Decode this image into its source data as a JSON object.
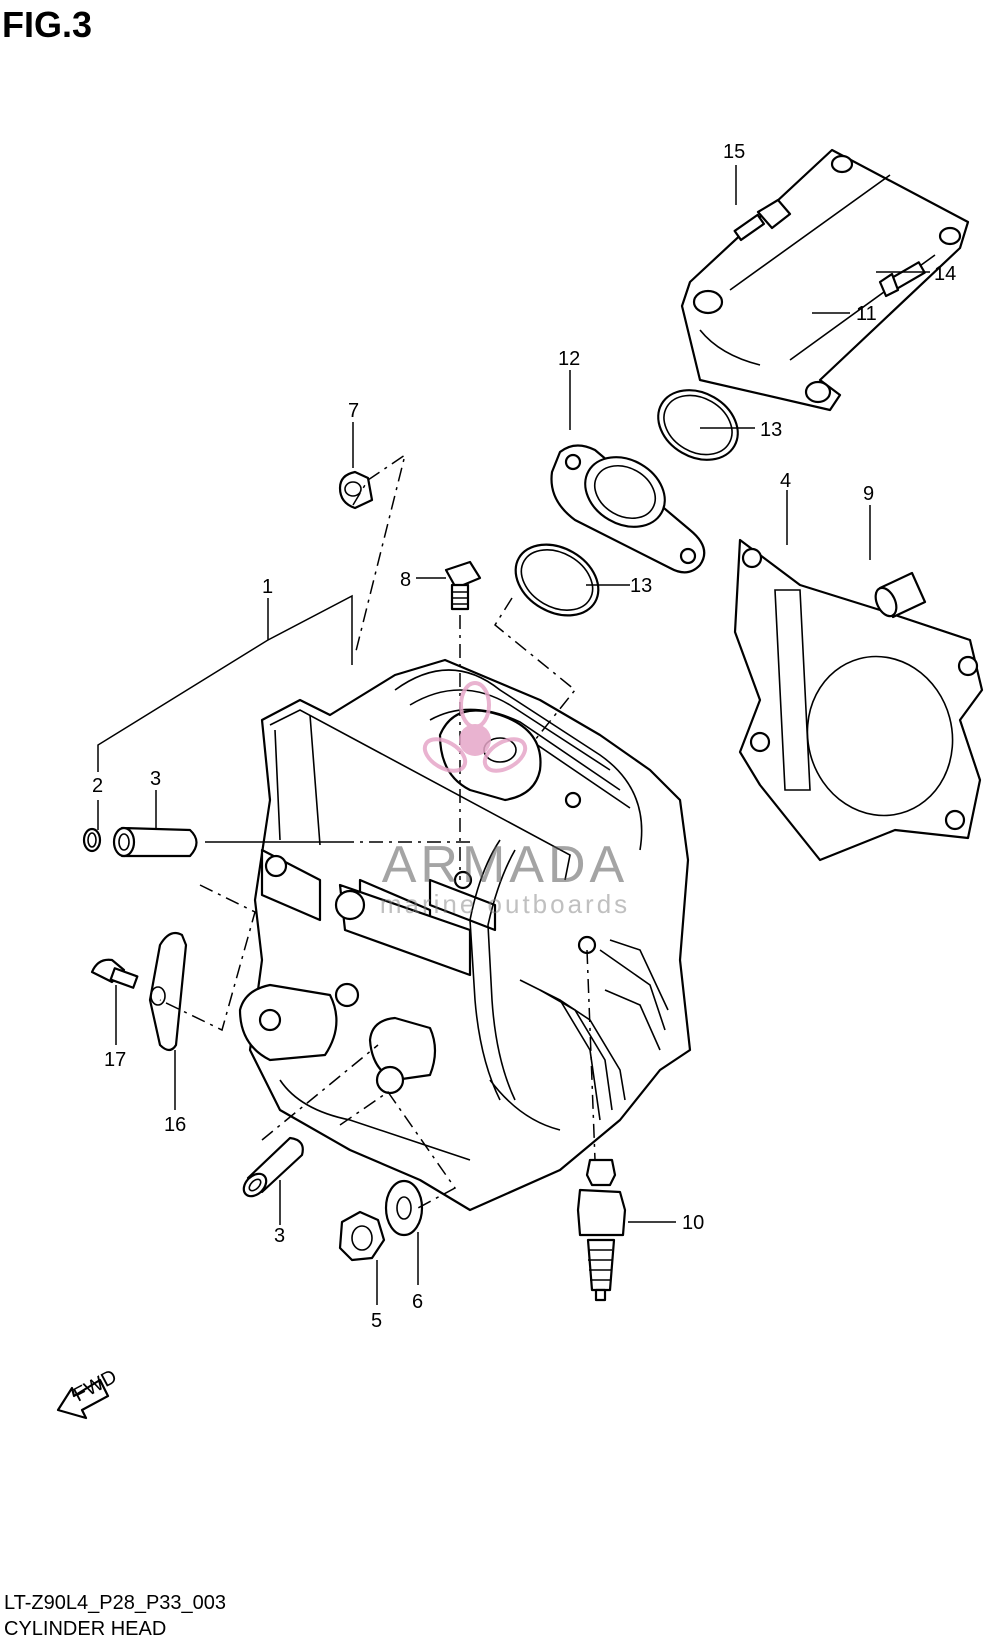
{
  "figure": {
    "title": "FIG.3"
  },
  "callouts": {
    "c1": "1",
    "c2": "2",
    "c3a": "3",
    "c3b": "3",
    "c4": "4",
    "c5": "5",
    "c6": "6",
    "c7": "7",
    "c8": "8",
    "c9": "9",
    "c10": "10",
    "c11": "11",
    "c12": "12",
    "c13a": "13",
    "c13b": "13",
    "c14": "14",
    "c15": "15",
    "c16": "16",
    "c17": "17"
  },
  "forward_marker": {
    "label": "FWD"
  },
  "watermark": {
    "name": "ARMADA",
    "tagline": "marine outboards",
    "accent_color": "#e6a6c8"
  },
  "footer": {
    "code": "LT-Z90L4_P28_P33_003",
    "name": "CYLINDER HEAD"
  }
}
